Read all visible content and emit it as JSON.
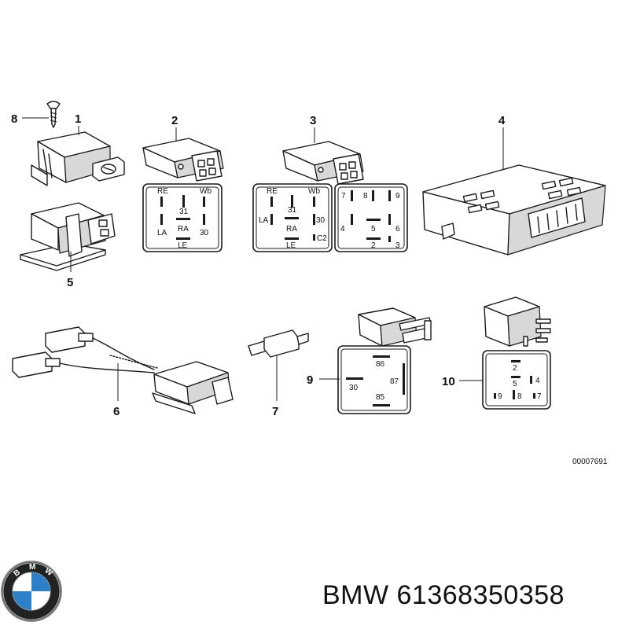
{
  "callouts": [
    "1",
    "2",
    "3",
    "4",
    "5",
    "6",
    "7",
    "8",
    "9",
    "10"
  ],
  "relay2_pins": [
    "RE",
    "Wb",
    "31",
    "LA",
    "RA",
    "30",
    "LE"
  ],
  "relay3_left_pins": [
    "RE",
    "Wb",
    "31",
    "LA",
    "30",
    "RA",
    "C2",
    "LE"
  ],
  "relay3_right_pins": [
    "7",
    "8",
    "9",
    "4",
    "5",
    "6",
    "2",
    "3"
  ],
  "relay9_pins": [
    "86",
    "87",
    "30",
    "85"
  ],
  "relay10_pins": [
    "2",
    "5",
    "4",
    "9",
    "8",
    "7"
  ],
  "reference_number": "00007691",
  "brand": {
    "name": "BMW",
    "part_number": "61368350358",
    "logo_letters": "BMW"
  }
}
